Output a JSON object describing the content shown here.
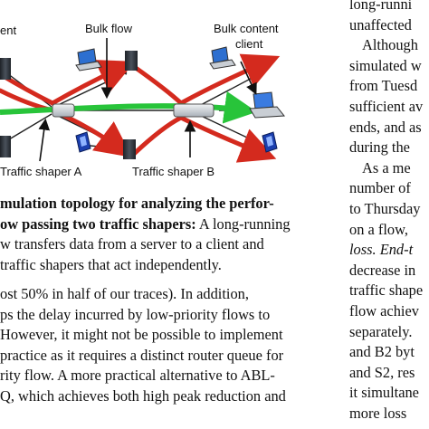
{
  "figure": {
    "labels": {
      "left_partial": "ent",
      "bulk_flow": "Bulk flow",
      "content_client_1": "Bulk content",
      "content_client_2": "client",
      "shaper_a": "Traffic shaper A",
      "shaper_b": "Traffic shaper B"
    },
    "colors": {
      "red_flow": "#d42a1e",
      "green_flow": "#28c43a",
      "server": "#2a2f36",
      "device_blue": "#1b3fae"
    }
  },
  "caption": {
    "line1_bold": "mulation topology for analyzing the perfor-",
    "line2_bold": "ow passing two traffic shapers:",
    "line2_rest": " A long-running",
    "line3": "w transfers data from a server to a client and",
    "line4": "traffic shapers that act independently."
  },
  "body": {
    "line1": "ost 50% in half of our traces). In addition,",
    "line2": "ps the delay incurred by low-priority flows to",
    "line3": "However, it might not be possible to implement",
    "line4": "practice as it requires a distinct router queue for",
    "line5": "rity flow. A more practical alternative to ABL-",
    "line6": "Q, which achieves both high peak reduction and"
  },
  "right_column": {
    "l0": "long-runni",
    "l1": "unaffected",
    "l2": "Although",
    "l3": "simulated w",
    "l4": "from Tuesd",
    "l5": "sufficient av",
    "l6": "ends, and as",
    "l7": "during the",
    "l8": "As a me",
    "l9": "number of",
    "l10": "to Thursday",
    "l11": "on a flow,",
    "l12": "loss. End-t",
    "l13": "decrease in",
    "l14": "traffic shape",
    "l15": "flow achiev",
    "l16": "separately.",
    "l17": "and B2 byt",
    "l18": "and S2, res",
    "l19": "it simultane",
    "l20": "more loss"
  }
}
